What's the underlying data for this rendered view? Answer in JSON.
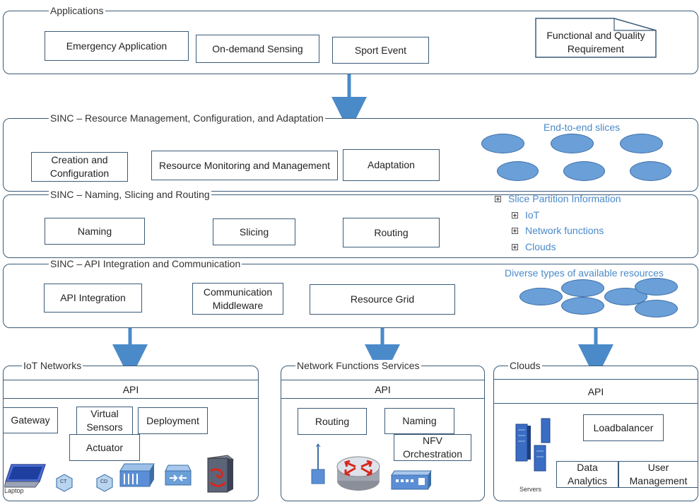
{
  "applications": {
    "title": "Applications",
    "items": [
      "Emergency Application",
      "On-demand Sensing",
      "Sport Event"
    ],
    "note": "Functional and Quality Requirement"
  },
  "resource_mgmt": {
    "title": "SINC – Resource Management, Configuration, and Adaptation",
    "items": [
      "Creation and Configuration",
      "Resource Monitoring and Management",
      "Adaptation"
    ],
    "slices_label": "End-to-end slices"
  },
  "naming_layer": {
    "title": "SINC – Naming, Slicing and Routing",
    "items": [
      "Naming",
      "Slicing",
      "Routing"
    ],
    "tree_root": "Slice Partition Information",
    "tree_children": [
      "IoT",
      "Network functions",
      "Clouds"
    ]
  },
  "api_layer": {
    "title": "SINC – API Integration and Communication",
    "items": [
      "API Integration",
      "Communication Middleware",
      "Resource Grid"
    ],
    "resources_label": "Diverse types of available resources"
  },
  "iot": {
    "title": "IoT Networks",
    "api": "API",
    "items": [
      "Gateway",
      "Virtual Sensors",
      "Deployment",
      "Actuator"
    ],
    "laptop_caption": "Laptop",
    "ct_label": "CT",
    "cd_label": "CD"
  },
  "nfs": {
    "title": "Network Functions Services",
    "api": "API",
    "items": [
      "Routing",
      "Naming",
      "NFV Orchestration"
    ]
  },
  "clouds": {
    "title": "Clouds",
    "api": "API",
    "items": [
      "Loadbalancer",
      "Data Analytics",
      "User Management"
    ],
    "servers_caption": "Servers"
  },
  "colors": {
    "border": "#3b5b78",
    "accent_blue": "#4a8ac9",
    "ellipse_fill": "#6a9fd8"
  }
}
